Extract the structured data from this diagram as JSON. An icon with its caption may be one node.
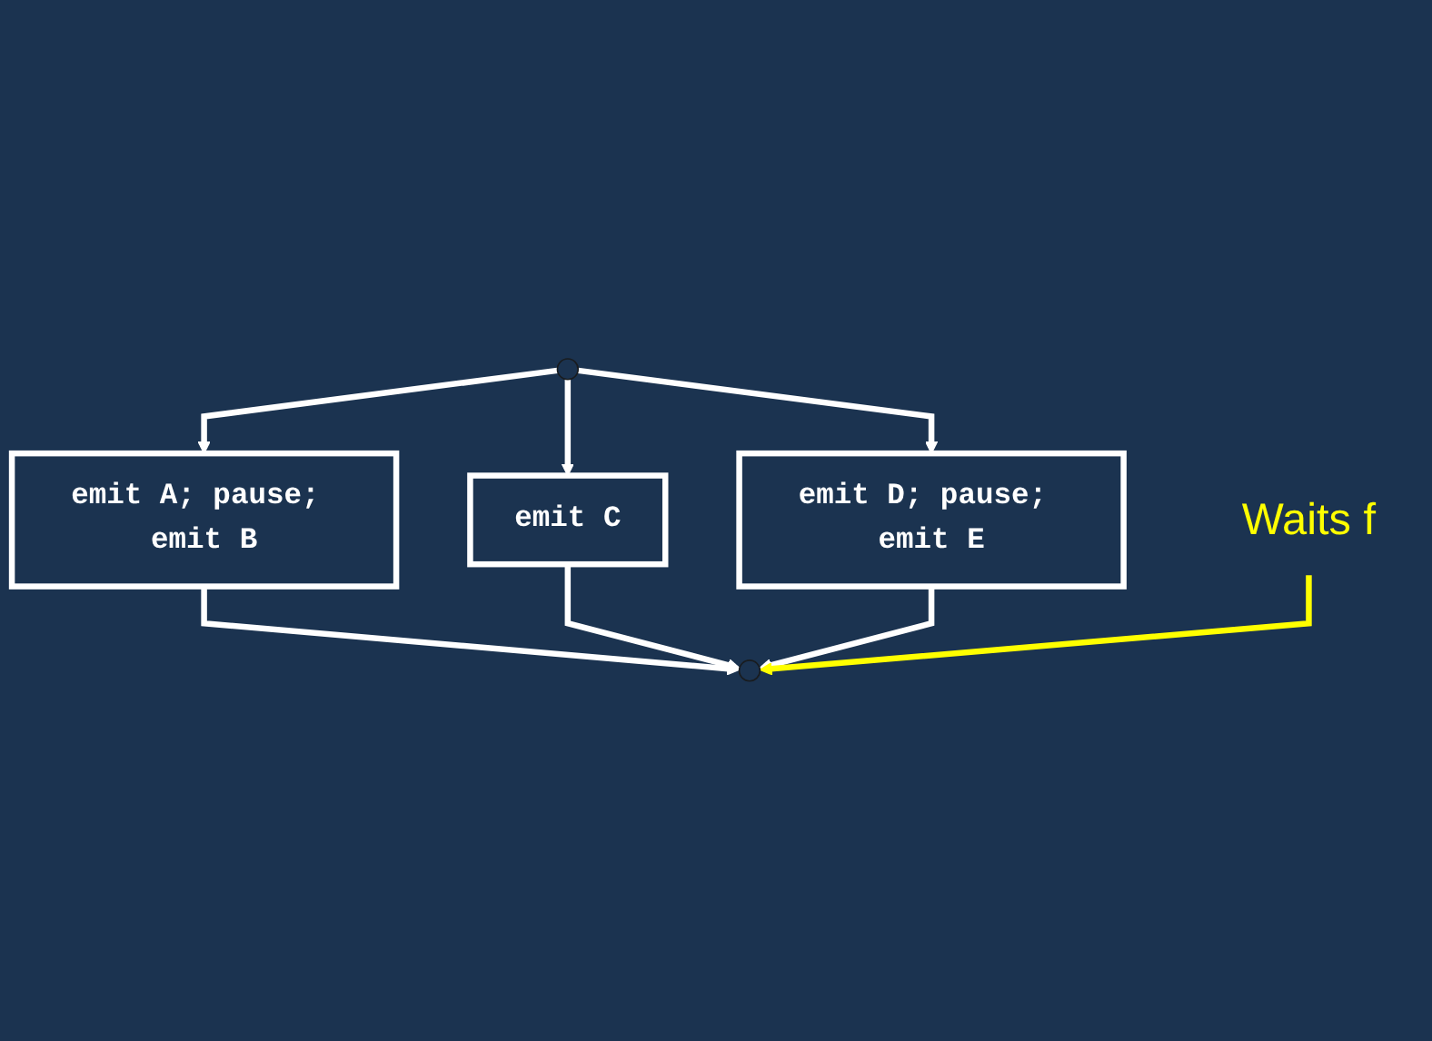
{
  "diagram": {
    "nodes": [
      {
        "text": [],
        "shape": "circle"
      },
      {
        "text": [
          "emit A; pause; emit B"
        ]
      },
      {
        "text": [
          "emit C"
        ]
      },
      {
        "text": [
          "emit D; pause; emit E"
        ]
      },
      {
        "text": [],
        "shape": "circle"
      },
      {
        "text": [
          "Waits f"
        ]
      }
    ],
    "edges": [
      {
        "from": 0,
        "to": 1,
        "arrow": "to"
      },
      {
        "from": 0,
        "to": 2,
        "arrow": "to"
      },
      {
        "from": 0,
        "to": 3,
        "arrow": "to"
      },
      {
        "from": 1,
        "to": 4,
        "arrow": "to"
      },
      {
        "from": 2,
        "to": 4,
        "arrow": "to"
      },
      {
        "from": 3,
        "to": 4,
        "arrow": "to"
      },
      {
        "from": 5,
        "to": 4,
        "arrow": "to",
        "color": "#ffff00"
      }
    ]
  }
}
